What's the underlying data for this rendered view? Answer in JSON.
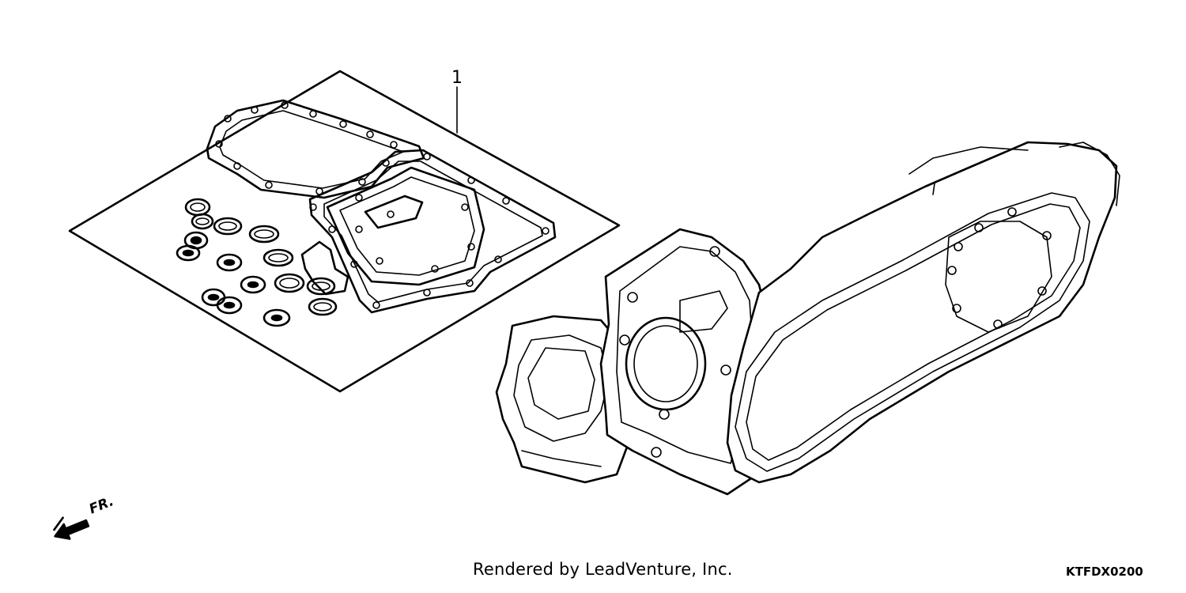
{
  "callouts": [
    {
      "number": "1",
      "part": "gasket-kit-sheet"
    }
  ],
  "direction_indicator": {
    "label": "FR.",
    "icon": "front-arrow-icon"
  },
  "footer": {
    "credit": "Rendered by LeadVenture, Inc.",
    "diagram_code": "KTFDX0200"
  },
  "colors": {
    "line": "#000000",
    "background": "#ffffff"
  }
}
